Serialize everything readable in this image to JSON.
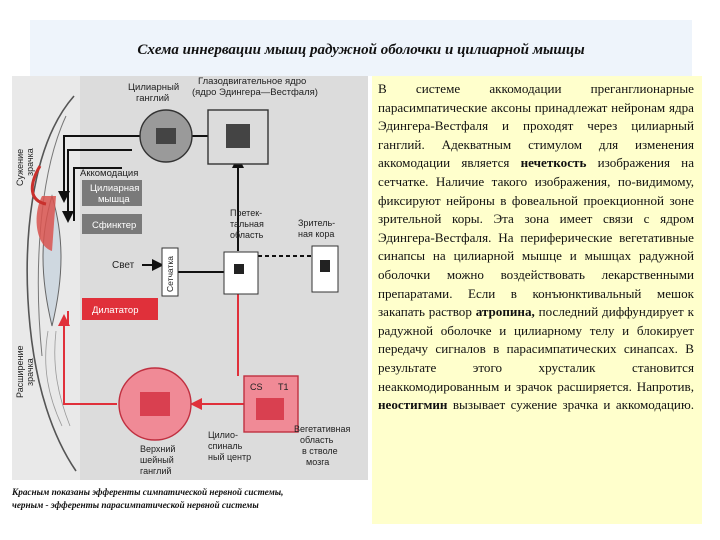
{
  "title": "Схема иннервации мышц радужной оболочки и цилиарной мышцы",
  "diagram": {
    "labels": {
      "ciliary_ganglion": [
        "Цилиарный",
        "ганглий"
      ],
      "oculomotor_nucleus": [
        "Глазодвигательное ядро",
        "(ядро Эдингера—Вестфаля)"
      ],
      "accommodation": "Аккомодация",
      "constriction": [
        "Сужение",
        "зрачка"
      ],
      "ciliary_muscle": [
        "Цилиарная",
        "мышца"
      ],
      "sphincter": "Сфинктер",
      "pretectal": [
        "Претек-",
        "тальная",
        "область"
      ],
      "visual_cortex": [
        "Зритель-",
        "ная кора"
      ],
      "light": "Свет",
      "retina": "Сетчатка",
      "dilator": "Дилататор",
      "dilation": [
        "Расширение",
        "зрачка"
      ],
      "cs": "CS",
      "t1": "T1",
      "superior_cervical": [
        "Верхний",
        "шейный",
        "ганглий"
      ],
      "ciliospinal": [
        "Цилио-",
        "спиналь",
        "ный центр"
      ],
      "vegetative": [
        "Вегетативная",
        "область",
        "в стволе",
        "мозга"
      ]
    }
  },
  "caption": [
    "Красным показаны эфференты симпатической нервной системы,",
    "черным - эфференты парасимпатической нервной системы"
  ],
  "text": {
    "p1": "В системе аккомодации преганглионарные парасимпатические аксоны принадлежат нейронам ядра Эдингера-Вестфаля и проходят через цилиарный ганглий. Адекватным стимулом для изменения аккомодации является ",
    "b1": "нечеткость",
    "p2": " изображения на сетчатке. Наличие такого изображения, по-видимому, фиксируют нейроны в фовеальной проекционной зоне зрительной коры. Эта зона имеет связи с ядром Эдингера-Вестфаля. На периферические вегетативные синапсы на цилиарной мышце и мышцах радужной оболочки можно воздействовать лекарственными препаратами. Если в конъюнктивальный мешок закапать раствор ",
    "b2": "атропина,",
    "p3": " последний диффундирует к радужной оболочке и цилиарному телу и блокирует передачу сигналов в парасимпатических синапсах. В результате этого хрусталик становится неаккомодированным и зрачок расширяется. Напротив, ",
    "b3": "неостигмин",
    "p4": " вызывает сужение зрачка и аккомодацию."
  },
  "colors": {
    "title_bg": "#eef4fb",
    "text_bg": "#ffffcc",
    "sympathetic": "#e0303a",
    "parasympathetic": "#111111",
    "panel": "#dcdcdc"
  }
}
